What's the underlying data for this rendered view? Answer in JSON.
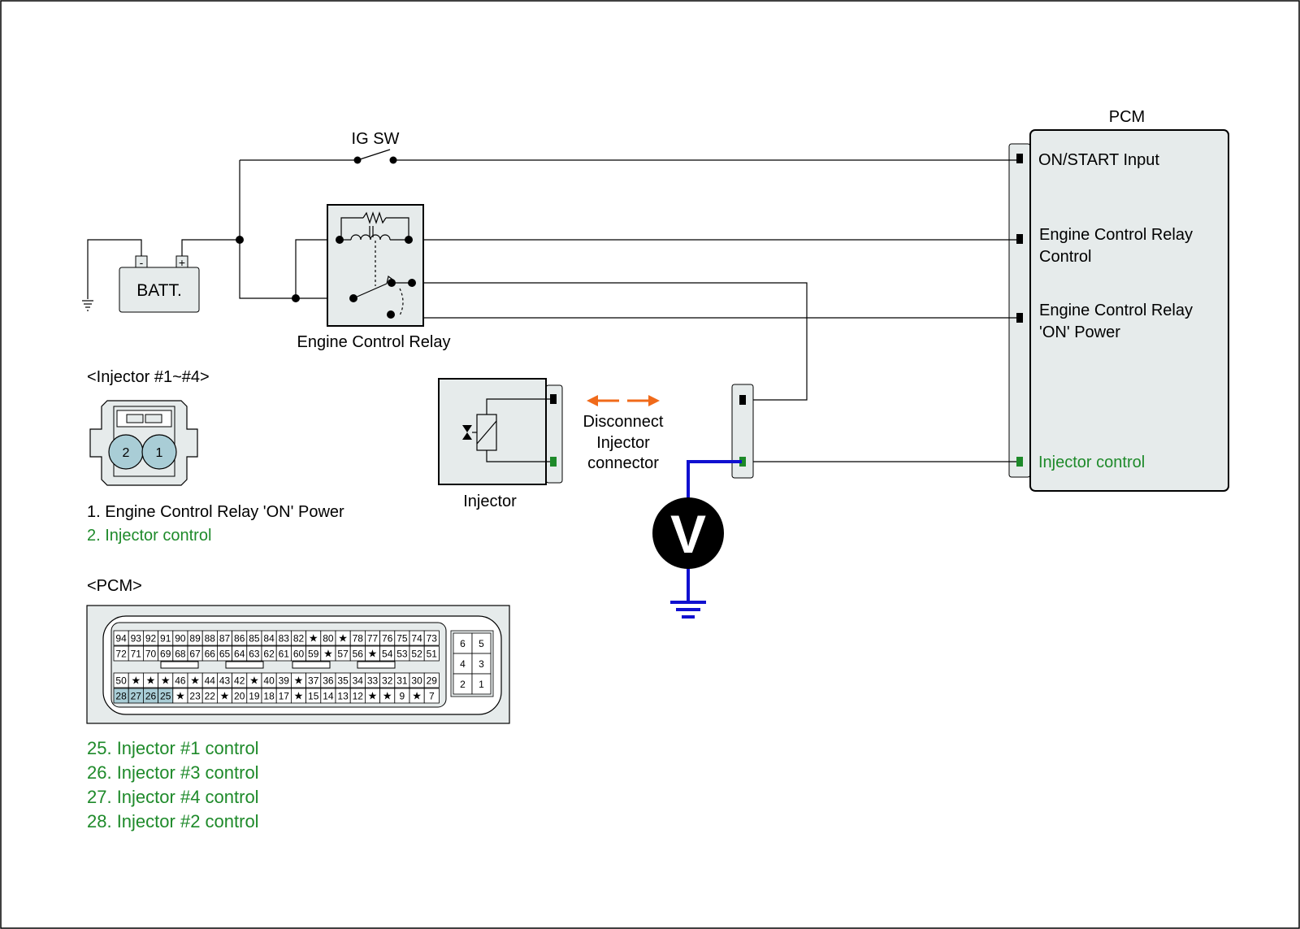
{
  "diagram": {
    "ig_sw_label": "IG SW",
    "battery_label": "BATT.",
    "battery_neg": "-",
    "battery_pos": "+",
    "relay_label": "Engine Control Relay",
    "pcm_title": "PCM",
    "pcm_pins": [
      {
        "lines": [
          "ON/START Input"
        ]
      },
      {
        "lines": [
          "Engine Control Relay",
          "Control"
        ]
      },
      {
        "lines": [
          "Engine Control Relay",
          "'ON' Power"
        ]
      },
      {
        "lines": [
          "Injector control"
        ]
      }
    ],
    "injector_label": "Injector",
    "disconnect_lines": [
      "Disconnect",
      "Injector",
      "connector"
    ],
    "voltmeter_symbol": "V",
    "injector_connector_title": "<Injector #1~#4>",
    "injector_pin_numbers": [
      "2",
      "1"
    ],
    "injector_legend": [
      "1. Engine Control Relay 'ON' Power",
      "2. Injector control"
    ],
    "pcm_connector_title": "<PCM>",
    "pcm_pin_rows": [
      [
        "94",
        "93",
        "92",
        "91",
        "90",
        "89",
        "88",
        "87",
        "86",
        "85",
        "84",
        "83",
        "82",
        "★",
        "80",
        "★",
        "78",
        "77",
        "76",
        "75",
        "74",
        "73"
      ],
      [
        "72",
        "71",
        "70",
        "69",
        "68",
        "67",
        "66",
        "65",
        "64",
        "63",
        "62",
        "61",
        "60",
        "59",
        "★",
        "57",
        "56",
        "★",
        "54",
        "53",
        "52",
        "51"
      ],
      [
        "50",
        "★",
        "★",
        "★",
        "46",
        "★",
        "44",
        "43",
        "42",
        "★",
        "40",
        "39",
        "★",
        "37",
        "36",
        "35",
        "34",
        "33",
        "32",
        "31",
        "30",
        "29"
      ],
      [
        "28",
        "27",
        "26",
        "25",
        "★",
        "23",
        "22",
        "★",
        "20",
        "19",
        "18",
        "17",
        "★",
        "15",
        "14",
        "13",
        "12",
        "★",
        "★",
        "9",
        "★",
        "7"
      ]
    ],
    "pcm_small_pins": [
      [
        "6",
        "5"
      ],
      [
        "4",
        "3"
      ],
      [
        "2",
        "1"
      ]
    ],
    "pcm_legend": [
      "25. Injector #1 control",
      "26. Injector #3 control",
      "27. Injector #4 control",
      "28. Injector #2 control"
    ],
    "colors": {
      "green_text": "#1e8a2a",
      "wire": "#000000",
      "meter_lead": "#1010d0",
      "arrow": "#f06a1a",
      "box_fill": "#e6ebeb",
      "highlight_pin": "#a9cdd6"
    }
  }
}
